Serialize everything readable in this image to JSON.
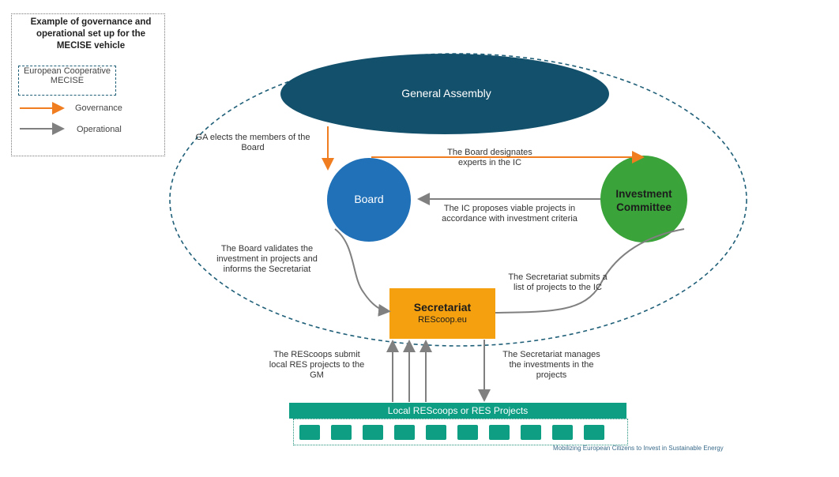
{
  "legend": {
    "title": "Example of governance and operational set up for the MECISE vehicle",
    "cooperative_label": "European Cooperative MECISE",
    "governance_label": "Governance",
    "operational_label": "Operational",
    "governance_color": "#f07d1f",
    "operational_color": "#808080"
  },
  "nodes": {
    "general_assembly": "General Assembly",
    "board": "Board",
    "investment_committee": "Investment Committee",
    "secretariat": "Secretariat",
    "secretariat_sub": "REScoop.eu",
    "local_bar": "Local REScoops or RES Projects"
  },
  "labels": {
    "ga_elects": "GA elects the members of the Board",
    "board_designates": "The Board designates experts in the IC",
    "ic_proposes": "The IC proposes viable projects in accordance with investment criteria",
    "board_validates": "The Board validates the investment in projects and informs the Secretariat",
    "secretariat_submits": "The Secretariat submits a list of projects to the IC",
    "rescoops_submit": "The REScoops submit local RES projects to the GM",
    "secretariat_manages": "The Secretariat manages the investments in the projects"
  },
  "footer": "Mobilizing European Citizens to Invest in Sustainable Energy",
  "colors": {
    "general_assembly": "#13506b",
    "board": "#2071b8",
    "investment_committee": "#3aa33a",
    "secretariat": "#f5a00f",
    "local_bar": "#0e9e84",
    "dashed_ellipse": "#1f5f78"
  }
}
